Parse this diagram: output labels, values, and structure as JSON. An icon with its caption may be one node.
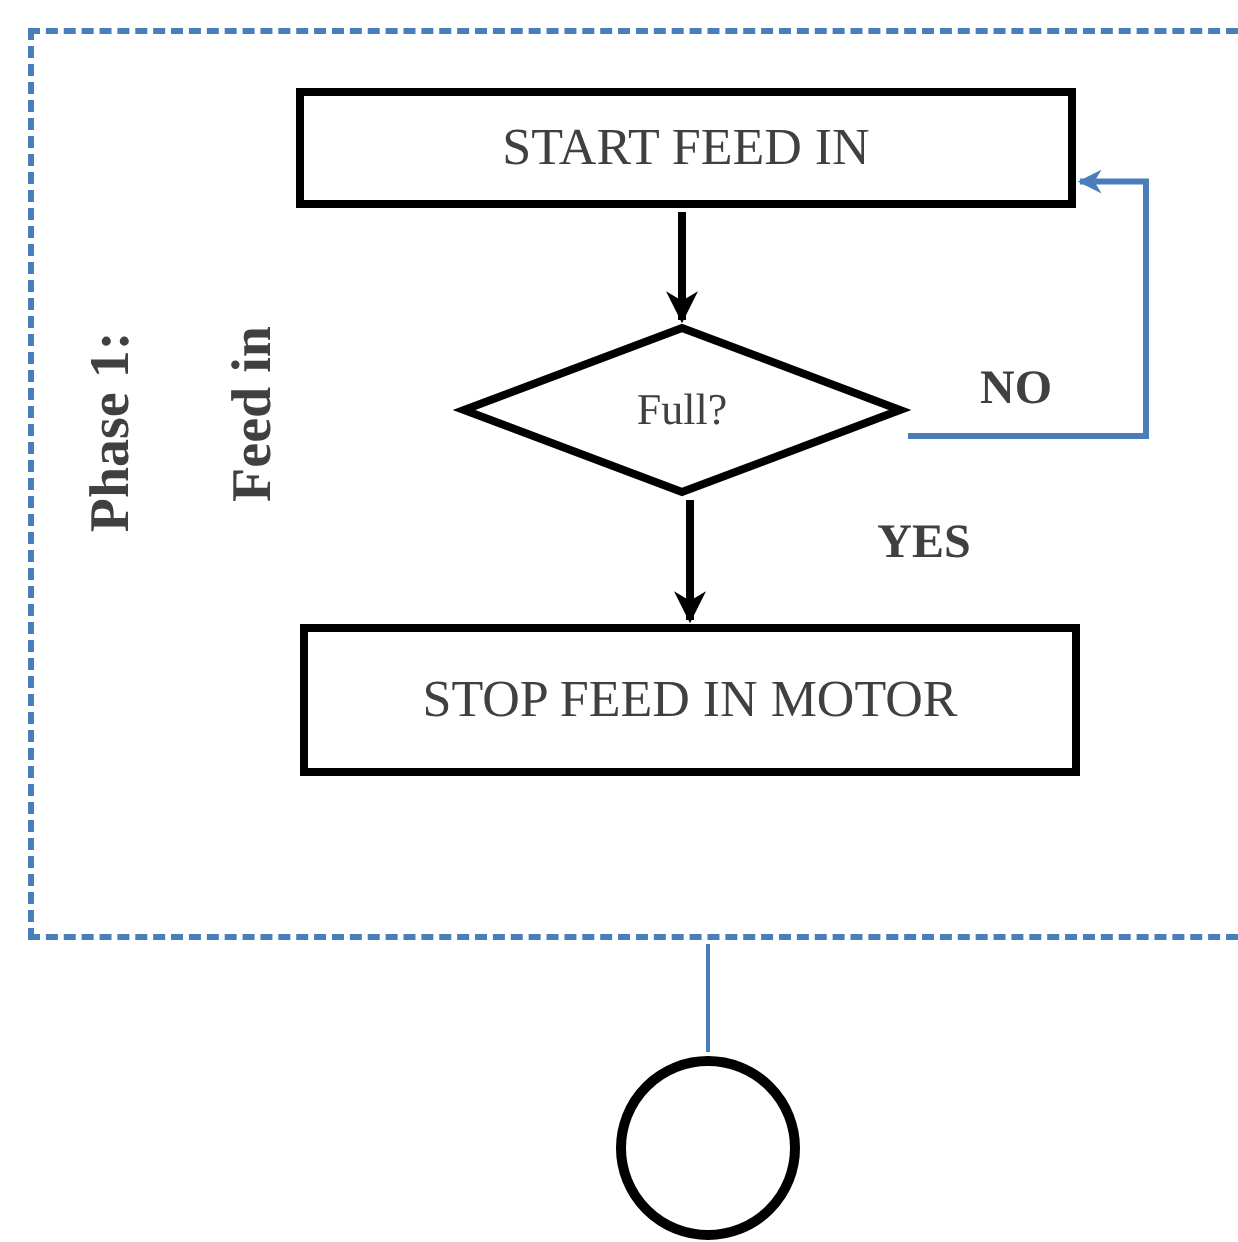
{
  "diagram": {
    "nodes": [
      {
        "text": [
          "Phase 1:",
          "Feed in"
        ]
      },
      {
        "text": [
          "START FEED IN"
        ],
        "in": 0
      },
      {
        "text": [
          "Full?"
        ],
        "in": 0
      },
      {
        "text": [
          "STOP FEED IN MOTOR"
        ],
        "in": 0
      },
      {
        "text": [],
        "shape": "circle"
      }
    ],
    "edges": [
      {
        "from": 1,
        "to": 2,
        "arrow": "to"
      },
      {
        "from": 2,
        "to": 3,
        "arrow": "to",
        "label": "YES"
      },
      {
        "from": 2,
        "to": 1,
        "arrow": "to",
        "label": "NO",
        "color": "#4a7ebb"
      },
      {
        "from": 0,
        "to": 4,
        "arrow": "none",
        "color": "#4a7ebb"
      }
    ]
  }
}
